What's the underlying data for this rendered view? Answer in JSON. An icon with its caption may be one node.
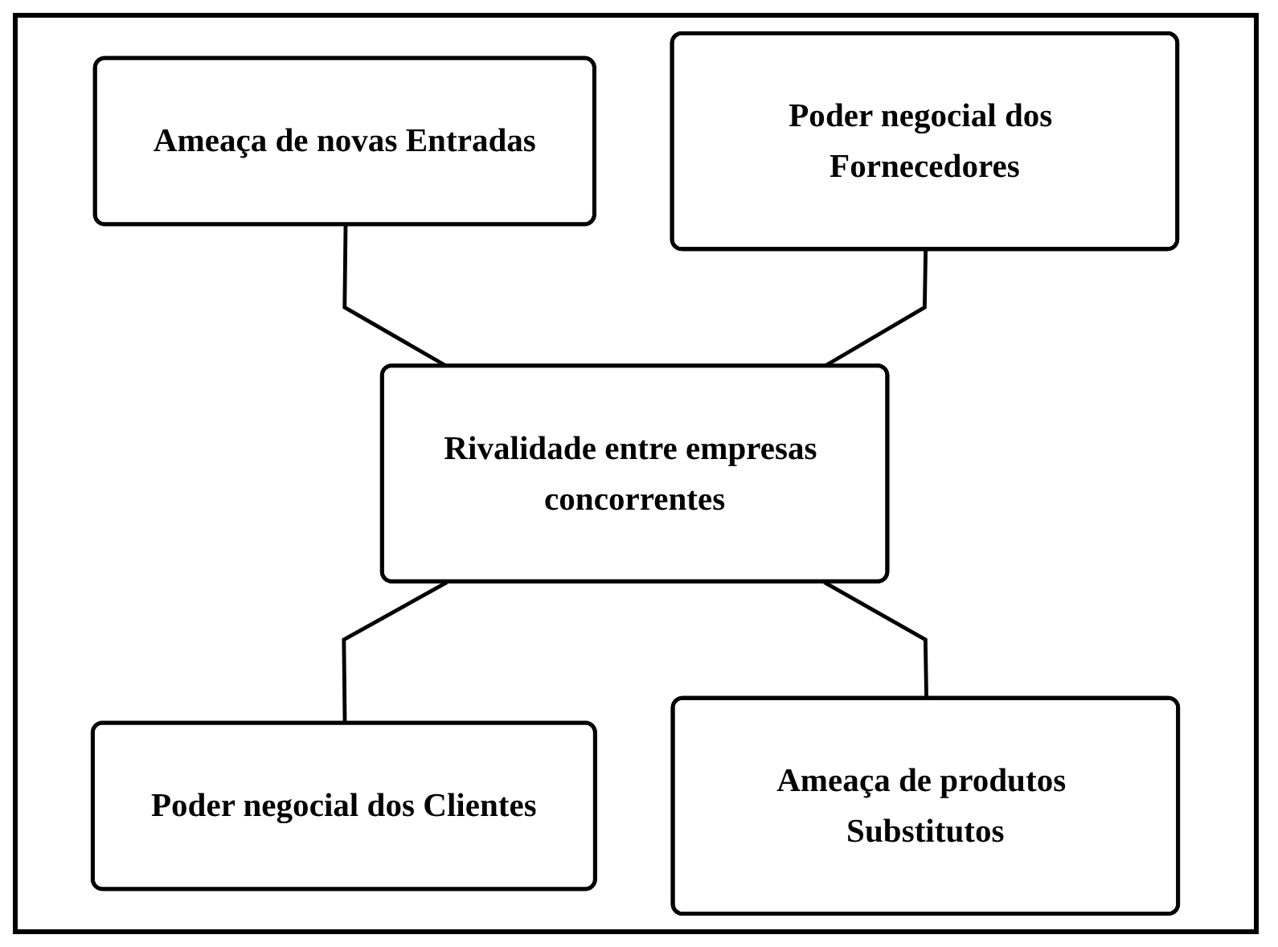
{
  "diagram": {
    "nodes": [
      {
        "text": [
          "Ameaça de novas Entradas"
        ]
      },
      {
        "text": [
          "Poder negocial dos Fornecedores"
        ]
      },
      {
        "text": [
          "Rivalidade entre empresas concorrentes"
        ]
      },
      {
        "text": [
          "Poder negocial dos Clientes"
        ]
      },
      {
        "text": [
          "Ameaça de produtos Substitutos"
        ]
      }
    ],
    "edges": [
      {
        "from": 0,
        "to": 2,
        "arrow": "none"
      },
      {
        "from": 1,
        "to": 2,
        "arrow": "none"
      },
      {
        "from": 2,
        "to": 3,
        "arrow": "none"
      },
      {
        "from": 2,
        "to": 4,
        "arrow": "none"
      }
    ]
  }
}
